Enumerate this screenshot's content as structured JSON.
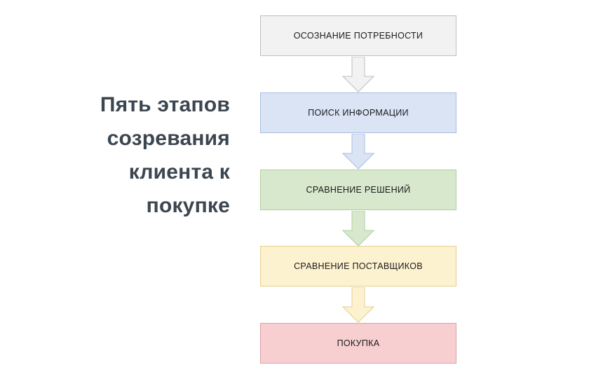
{
  "diagram": {
    "heading": "Пять этапов\nсозревания\nклиента к\nпокупке",
    "heading_text_color": "#3c4650",
    "background_color": "#ffffff",
    "stages": [
      {
        "label": "ОСОЗНАНИЕ ПОТРЕБНОСТИ",
        "fill": "#f2f2f2",
        "border": "#bfbfbf",
        "text_color": "#1a1a1a"
      },
      {
        "label": "ПОИСК ИНФОРМАЦИИ",
        "fill": "#dae4f5",
        "border": "#a9bde0",
        "text_color": "#1a1a1a"
      },
      {
        "label": "СРАВНЕНИЕ РЕШЕНИЙ",
        "fill": "#d7e8cd",
        "border": "#afcfa0",
        "text_color": "#1a1a1a"
      },
      {
        "label": "СРАВНЕНИЕ ПОСТАВЩИКОВ",
        "fill": "#fdf2cf",
        "border": "#e5cf90",
        "text_color": "#1a1a1a"
      },
      {
        "label": "ПОКУПКА",
        "fill": "#f7cfd1",
        "border": "#dd9fa2",
        "text_color": "#1a1a1a"
      }
    ],
    "arrows": [
      {
        "from": "ОСОЗНАНИЕ ПОТРЕБНОСТИ",
        "to": "ПОИСК ИНФОРМАЦИИ",
        "fill": "#f2f2f2",
        "border": "#bfbfbf"
      },
      {
        "from": "ПОИСК ИНФОРМАЦИИ",
        "to": "СРАВНЕНИЕ РЕШЕНИЙ",
        "fill": "#dae4f5",
        "border": "#a9bde0"
      },
      {
        "from": "СРАВНЕНИЕ РЕШЕНИЙ",
        "to": "СРАВНЕНИЕ ПОСТАВЩИКОВ",
        "fill": "#d7e8cd",
        "border": "#afcfa0"
      },
      {
        "from": "СРАВНЕНИЕ ПОСТАВЩИКОВ",
        "to": "ПОКУПКА",
        "fill": "#fdf2cf",
        "border": "#e5cf90"
      }
    ]
  }
}
